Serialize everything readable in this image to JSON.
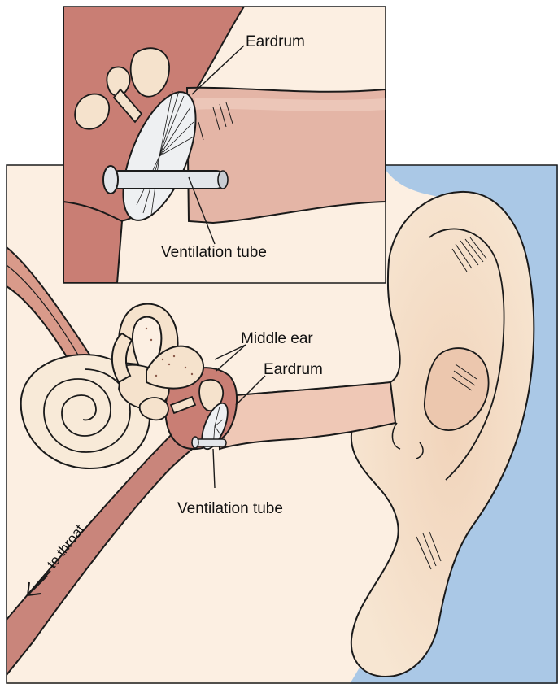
{
  "labels": {
    "inset_eardrum": "Eardrum",
    "inset_ventilation_tube": "Ventilation tube",
    "middle_ear": "Middle ear",
    "main_eardrum": "Eardrum",
    "main_ventilation_tube": "Ventilation tube",
    "to_throat": "to throat"
  },
  "colors": {
    "background_tissue": "#fcefe2",
    "outside_air": "#aac8e6",
    "skin": "#f3dcc4",
    "canal_pink": "#e4b5a6",
    "middle_ear_red": "#c9857b",
    "bone": "#f8ead8",
    "tube": "#e3e6ea",
    "outline": "#1a1a1a"
  }
}
